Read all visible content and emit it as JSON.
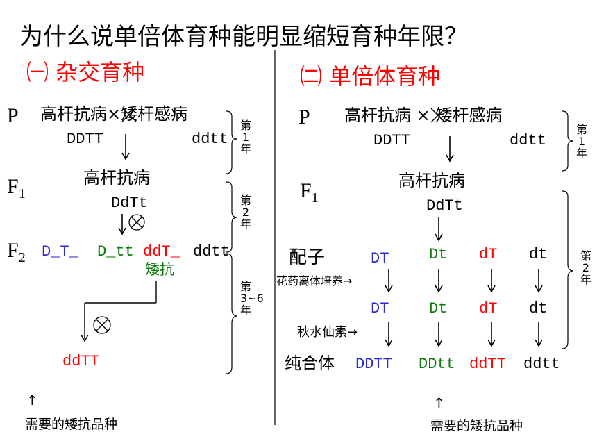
{
  "title": "为什么说单倍体育种能明显缩短育种年限？",
  "colors": {
    "red": "#ff0000",
    "blue": "#2b2bd0",
    "green": "#0b7a0b",
    "black": "#000000"
  },
  "left": {
    "heading": "㈠ 杂交育种",
    "p_label": "P",
    "p_cross": "高杆抗病×矮杆感病",
    "p_geno1": "DDTT",
    "p_geno2": "ddtt",
    "year1": "第1年",
    "f1_label": "F",
    "f1_sub": "1",
    "f1_pheno": "高杆抗病",
    "f1_geno": "DdTt",
    "year2": "第2年",
    "f2_label": "F",
    "f2_sub": "2",
    "f2_g1": "D_T_",
    "f2_g2": "D_tt",
    "f2_g3": "ddT_",
    "f2_g4": "ddtt",
    "f2_note": "矮抗",
    "year3": "第3~6年",
    "result": "ddTT",
    "arrow_up": "↑",
    "caption": "需要的矮抗品种"
  },
  "right": {
    "heading": "㈡ 单倍体育种",
    "p_label": "P",
    "p_cross": "高杆抗病 × 矮杆感病",
    "p_geno1": "DDTT",
    "p_geno2": "ddtt",
    "year1": "第1年",
    "f1_label": "F",
    "f1_sub": "1",
    "f1_pheno": "高杆抗病",
    "f1_geno": "DdTt",
    "gamete_label": "配子",
    "gametes": [
      "DT",
      "Dt",
      "dT",
      "dt"
    ],
    "step1": "花药离体培养→",
    "haploids": [
      "DT",
      "Dt",
      "dT",
      "dt"
    ],
    "step2": "秋水仙素→",
    "pure_label": "纯合体",
    "pure": [
      "DDTT",
      "DDtt",
      "ddTT",
      "ddtt"
    ],
    "year2": "第2年",
    "arrow_up": "↑",
    "caption": "需要的矮抗品种"
  }
}
